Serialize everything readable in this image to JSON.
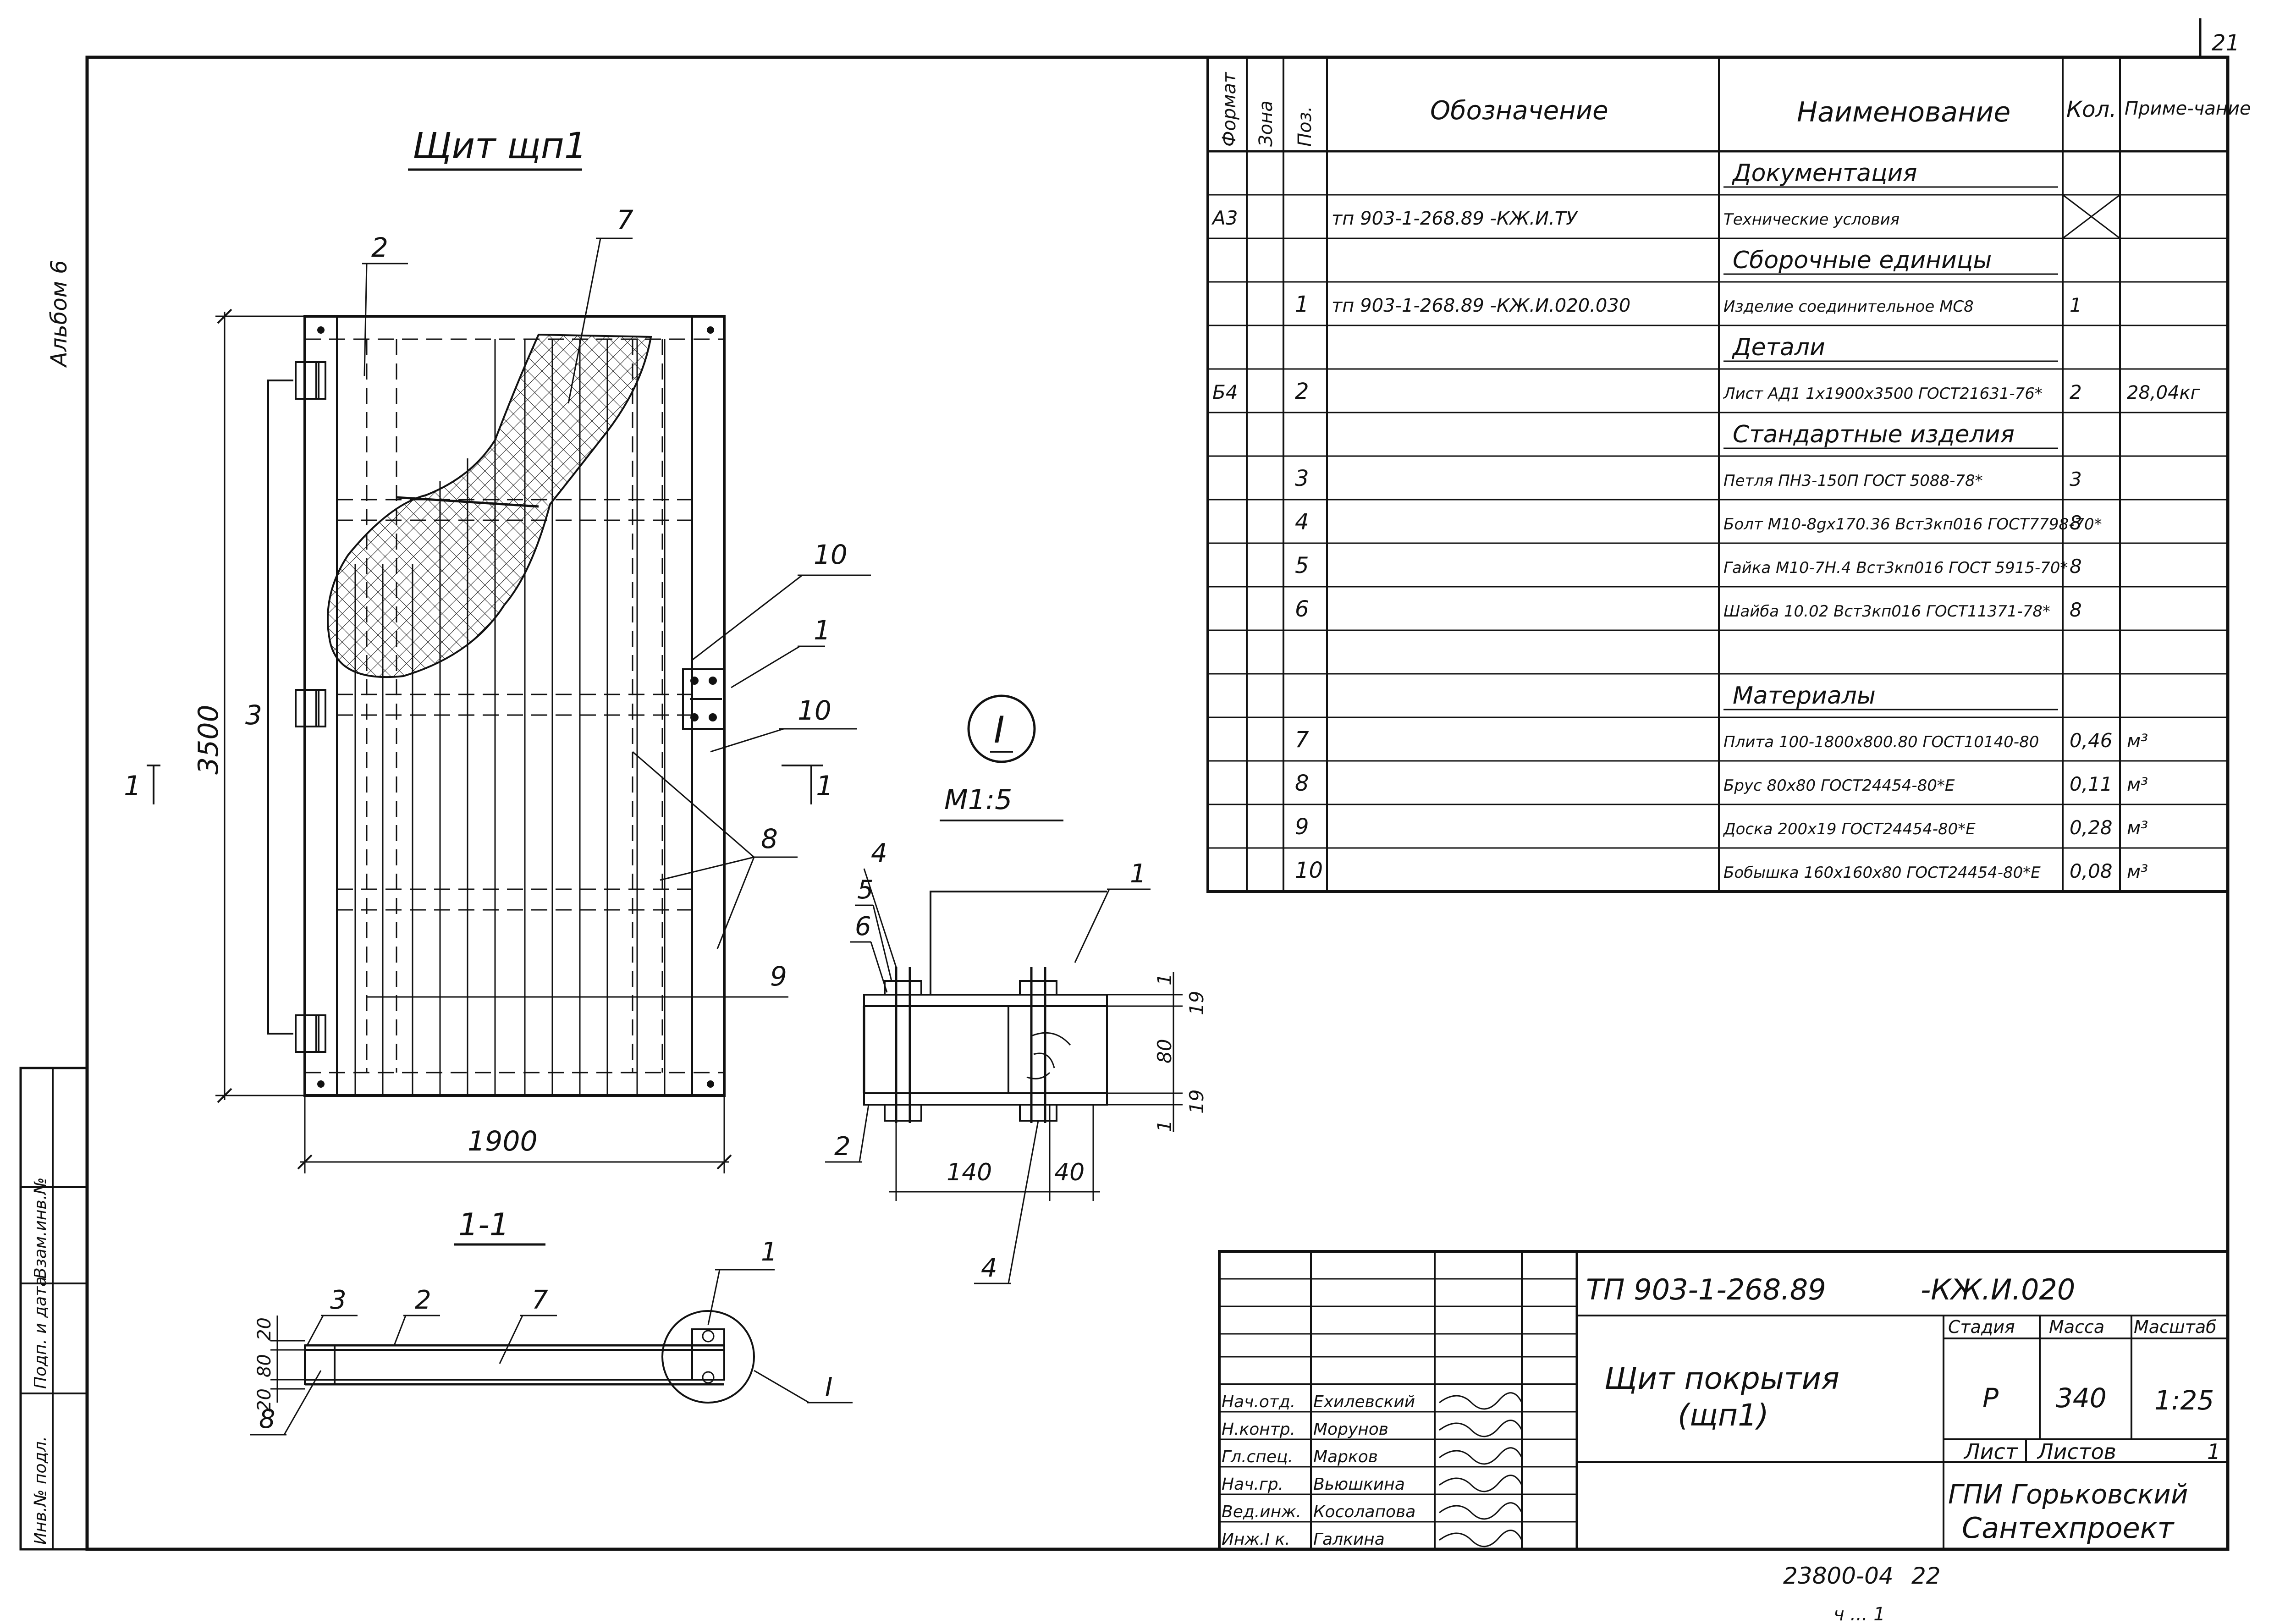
{
  "sheet": {
    "page_number": "21",
    "album_label": "Альбом 6",
    "footer_code": "23800-04",
    "footer_sheet_no": "22",
    "footer_bottom": "ч ... 1"
  },
  "plan_view": {
    "title": "Щит щп1",
    "dim_height": "3500",
    "dim_width": "1900",
    "section_mark_left": "1",
    "section_mark_right": "1",
    "callouts": [
      "2",
      "7",
      "3",
      "10",
      "1",
      "10",
      "8",
      "9"
    ]
  },
  "section_view": {
    "title": "1-1",
    "callouts": [
      "3",
      "2",
      "7",
      "1",
      "8"
    ],
    "dims_vertical": [
      "20",
      "80",
      "20"
    ],
    "detail_mark": "I"
  },
  "detail_view": {
    "mark": "I",
    "scale": "М1:5",
    "callouts": [
      "4",
      "5",
      "6",
      "1",
      "2",
      "4"
    ],
    "dims_right": [
      "1",
      "19",
      "80",
      "19",
      "1"
    ],
    "dims_bottom": [
      "140",
      "40"
    ]
  },
  "spec_table": {
    "headers": {
      "format": "Формат",
      "zone": "Зона",
      "pos": "Поз.",
      "designation": "Обозначение",
      "name": "Наименование",
      "qty": "Кол.",
      "note": "Приме-чание"
    },
    "rows": [
      {
        "format": "",
        "pos": "",
        "designation": "",
        "name": "Документация",
        "qty": "",
        "note": "",
        "heading": true
      },
      {
        "format": "А3",
        "pos": "",
        "designation": "тп 903-1-268.89 -КЖ.И.ТУ",
        "name": "Технические условия",
        "qty": "",
        "note": "",
        "crossed": true
      },
      {
        "format": "",
        "pos": "",
        "designation": "",
        "name": "Сборочные единицы",
        "qty": "",
        "note": "",
        "heading": true
      },
      {
        "format": "",
        "pos": "1",
        "designation": "тп 903-1-268.89 -КЖ.И.020.030",
        "name": "Изделие соединительное МС8",
        "qty": "1",
        "note": ""
      },
      {
        "format": "",
        "pos": "",
        "designation": "",
        "name": "Детали",
        "qty": "",
        "note": "",
        "heading": true
      },
      {
        "format": "Б4",
        "pos": "2",
        "designation": "",
        "name": "Лист АД1 1х1900х3500 ГОСТ21631-76*",
        "qty": "2",
        "note": "28,04кг"
      },
      {
        "format": "",
        "pos": "",
        "designation": "",
        "name": "Стандартные изделия",
        "qty": "",
        "note": "",
        "heading": true
      },
      {
        "format": "",
        "pos": "3",
        "designation": "",
        "name": "Петля ПН3-150П ГОСТ 5088-78*",
        "qty": "3",
        "note": ""
      },
      {
        "format": "",
        "pos": "4",
        "designation": "",
        "name": "Болт М10-8gx170.36 Вст3кп016 ГОСТ7798-70*",
        "qty": "8",
        "note": ""
      },
      {
        "format": "",
        "pos": "5",
        "designation": "",
        "name": "Гайка М10-7Н.4 Вст3кп016 ГОСТ 5915-70*",
        "qty": "8",
        "note": ""
      },
      {
        "format": "",
        "pos": "6",
        "designation": "",
        "name": "Шайба 10.02 Вст3кп016 ГОСТ11371-78*",
        "qty": "8",
        "note": ""
      },
      {
        "format": "",
        "pos": "",
        "designation": "",
        "name": "",
        "qty": "",
        "note": ""
      },
      {
        "format": "",
        "pos": "",
        "designation": "",
        "name": "Материалы",
        "qty": "",
        "note": "",
        "heading": true
      },
      {
        "format": "",
        "pos": "7",
        "designation": "",
        "name": "Плита 100-1800х800.80 ГОСТ10140-80",
        "qty": "0,46",
        "note": "м³"
      },
      {
        "format": "",
        "pos": "8",
        "designation": "",
        "name": "Брус 80х80 ГОСТ24454-80*Е",
        "qty": "0,11",
        "note": "м³"
      },
      {
        "format": "",
        "pos": "9",
        "designation": "",
        "name": "Доска 200х19 ГОСТ24454-80*Е",
        "qty": "0,28",
        "note": "м³"
      },
      {
        "format": "",
        "pos": "10",
        "designation": "",
        "name": "Бобышка 160х160х80 ГОСТ24454-80*Е",
        "qty": "0,08",
        "note": "м³"
      }
    ]
  },
  "title_block": {
    "code": "ТП 903-1-268.89",
    "code_suffix": "-КЖ.И.020",
    "title_line1": "Щит покрытия",
    "title_line2": "(щп1)",
    "stage_label": "Стадия",
    "mass_label": "Масса",
    "scale_label": "Масштаб",
    "stage": "Р",
    "mass": "340",
    "scale": "1:25",
    "sheet_label": "Лист",
    "sheets_label": "Листов",
    "sheets_value": "1",
    "org_line1": "ГПИ Горьковский",
    "org_line2": "Сантехпроект",
    "staff": [
      {
        "role": "Нач.отд.",
        "name": "Ехилевский"
      },
      {
        "role": "Н.контр.",
        "name": "Морунов"
      },
      {
        "role": "Гл.спец.",
        "name": "Марков"
      },
      {
        "role": "Нач.гр.",
        "name": "Вьюшкина"
      },
      {
        "role": "Вед.инж.",
        "name": "Косолапова"
      },
      {
        "role": "Инж.I к.",
        "name": "Галкина"
      }
    ]
  },
  "left_strip": {
    "labels": [
      "Инв.№ подл.",
      "Подп. и дата",
      "Взам.инв.№"
    ]
  }
}
